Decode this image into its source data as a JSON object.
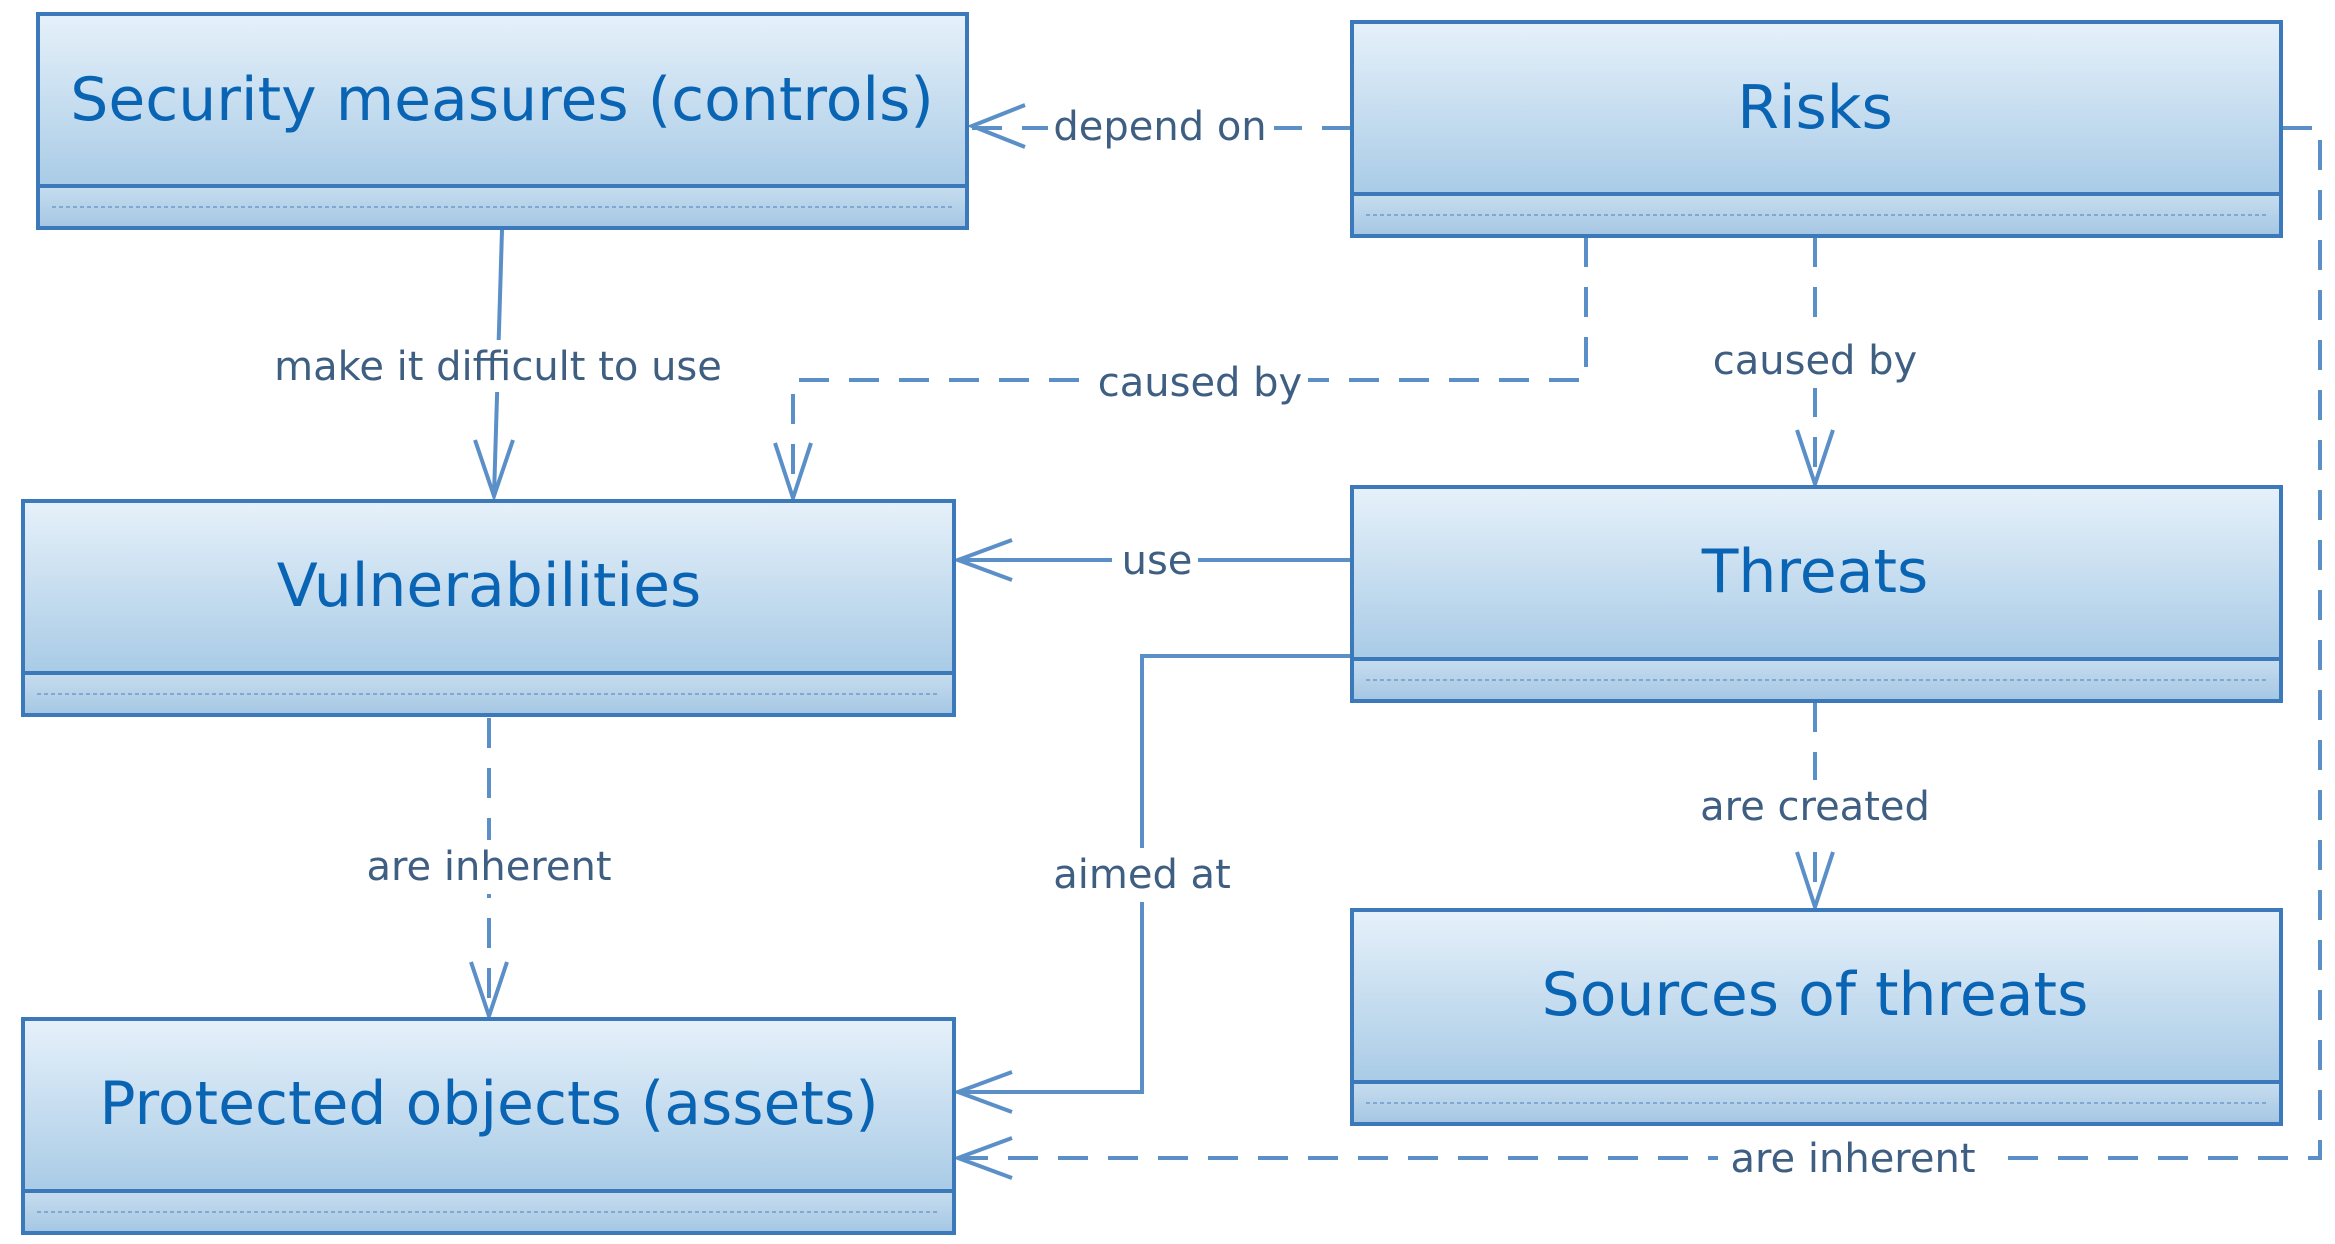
{
  "nodes": {
    "security": "Security measures (controls)",
    "risks": "Risks",
    "vulnerabilities": "Vulnerabilities",
    "threats": "Threats",
    "assets": "Protected objects (assets)",
    "sources": "Sources of threats"
  },
  "edges": {
    "depend_on": "depend on",
    "make_difficult": "make it difficult to use",
    "caused_by_vuln": "caused by",
    "caused_by_threats": "caused by",
    "use": "use",
    "are_inherent_vuln": "are inherent",
    "aimed_at": "aimed at",
    "are_created": "are created",
    "are_inherent_risks": "are inherent"
  }
}
